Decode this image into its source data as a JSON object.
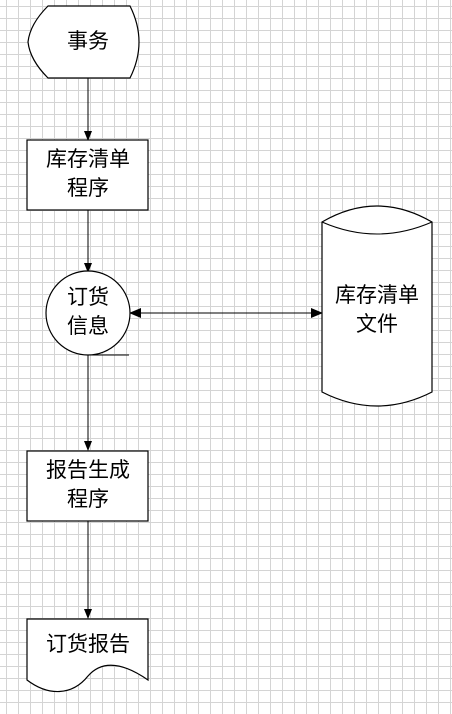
{
  "nodes": {
    "transaction": {
      "lines": [
        "事务"
      ]
    },
    "inventory_program": {
      "lines": [
        "库存清单",
        "程序"
      ]
    },
    "order_info": {
      "lines": [
        "订货",
        "信息"
      ]
    },
    "inventory_file": {
      "lines": [
        "库存清单",
        "文件"
      ]
    },
    "report_program": {
      "lines": [
        "报告生成",
        "程序"
      ]
    },
    "order_report": {
      "lines": [
        "订货报告"
      ]
    }
  }
}
